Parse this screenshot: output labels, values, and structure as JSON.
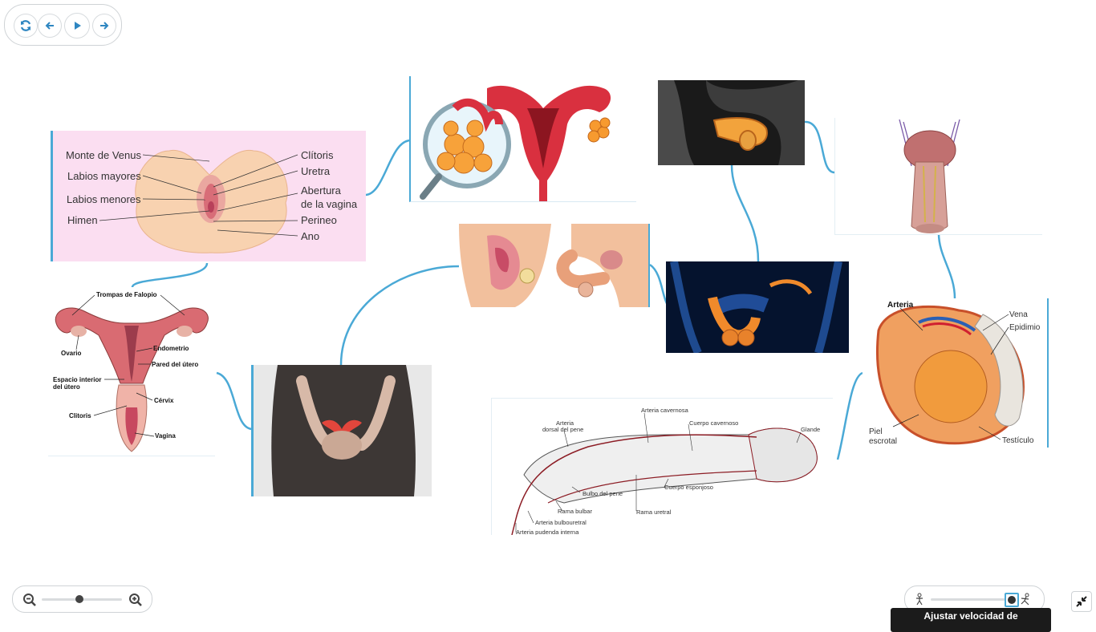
{
  "player": {
    "nav_buttons": [
      {
        "name": "refresh-icon"
      },
      {
        "name": "back-icon"
      },
      {
        "name": "play-icon"
      },
      {
        "name": "forward-icon"
      }
    ],
    "tooltip": "Ajustar velocidad de"
  },
  "card_vulva": {
    "left_labels": [
      "Monte de Venus",
      "Labios mayores",
      "Labios menores",
      "Himen"
    ],
    "right_labels": [
      "Clítoris",
      "Uretra",
      "Abertura",
      "de la vagina",
      "Perineo",
      "Ano"
    ]
  },
  "card_uterus": {
    "labels": [
      "Trompas de Falopio",
      "Ovario",
      "Endometrio",
      "Pared del útero",
      "Espacio interior",
      "del útero",
      "Cérvix",
      "Clitoris",
      "Vagina"
    ]
  },
  "card_penis_arteries": {
    "labels": [
      "Arteria cavernosa",
      "Arteria",
      "dorsal del pene",
      "Cuerpo cavernoso",
      "Glande",
      "Bulbo del pene",
      "Cuerpo esponjoso",
      "Rama bulbar",
      "Rama uretral",
      "Arteria bulbouretral",
      "Arteria pudenda interna"
    ]
  },
  "card_testis": {
    "labels": [
      "Arteria",
      "Vena",
      "Epidimio",
      "Piel",
      "escrotal",
      "Testículo"
    ]
  },
  "colors": {
    "connector": "#4aa9d6",
    "accent": "#4aa9d6"
  }
}
